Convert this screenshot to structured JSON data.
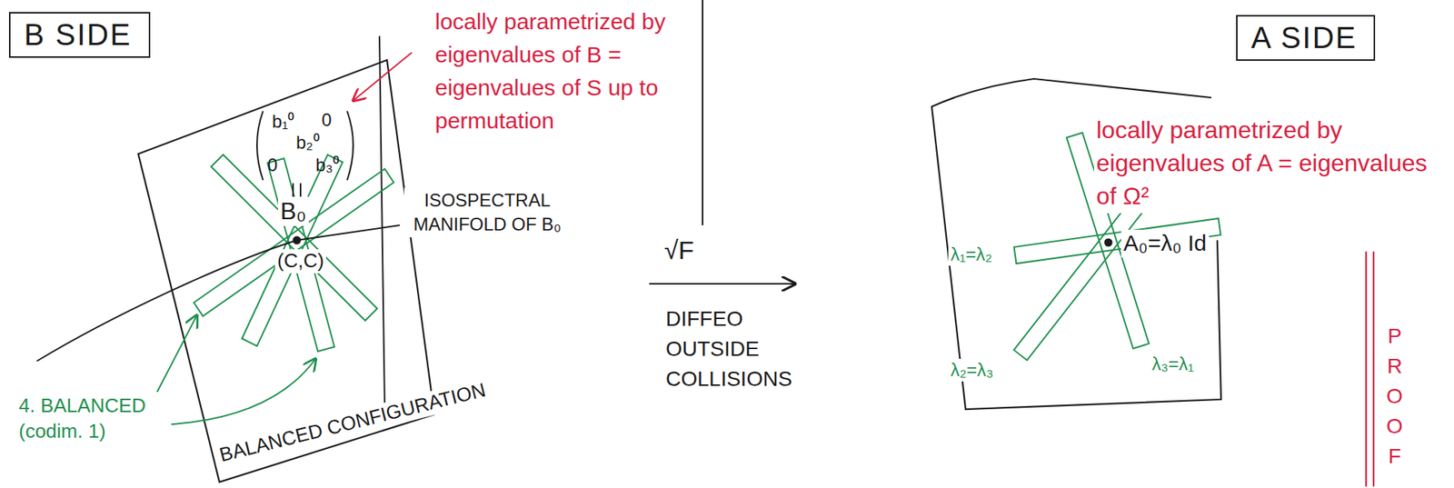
{
  "diagram": {
    "nodes": [
      {
        "text": [
          "B SIDE"
        ]
      },
      {
        "text": [
          "A SIDE"
        ]
      }
    ],
    "labels": [
      "locally parametrized by eigenvalues of B = eigenvalues of S up to permutation",
      "b₁⁰",
      "0",
      "b₂⁰",
      "0",
      "b₃⁰",
      "B₀",
      "(C,C)",
      "ISOSPECTRAL MANIFOLD OF B₀",
      "4. BALANCED (codim. 1)",
      "BALANCED CONFIGURATION",
      "√F",
      "DIFFEO OUTSIDE COLLISIONS",
      "locally parametrized by eigenvalues of A = eigenvalues of Ω²",
      "A₀=λ₀ Id",
      "λ₁=λ₂",
      "λ₂=λ₃",
      "λ₃=λ₁",
      "PROOF"
    ]
  }
}
